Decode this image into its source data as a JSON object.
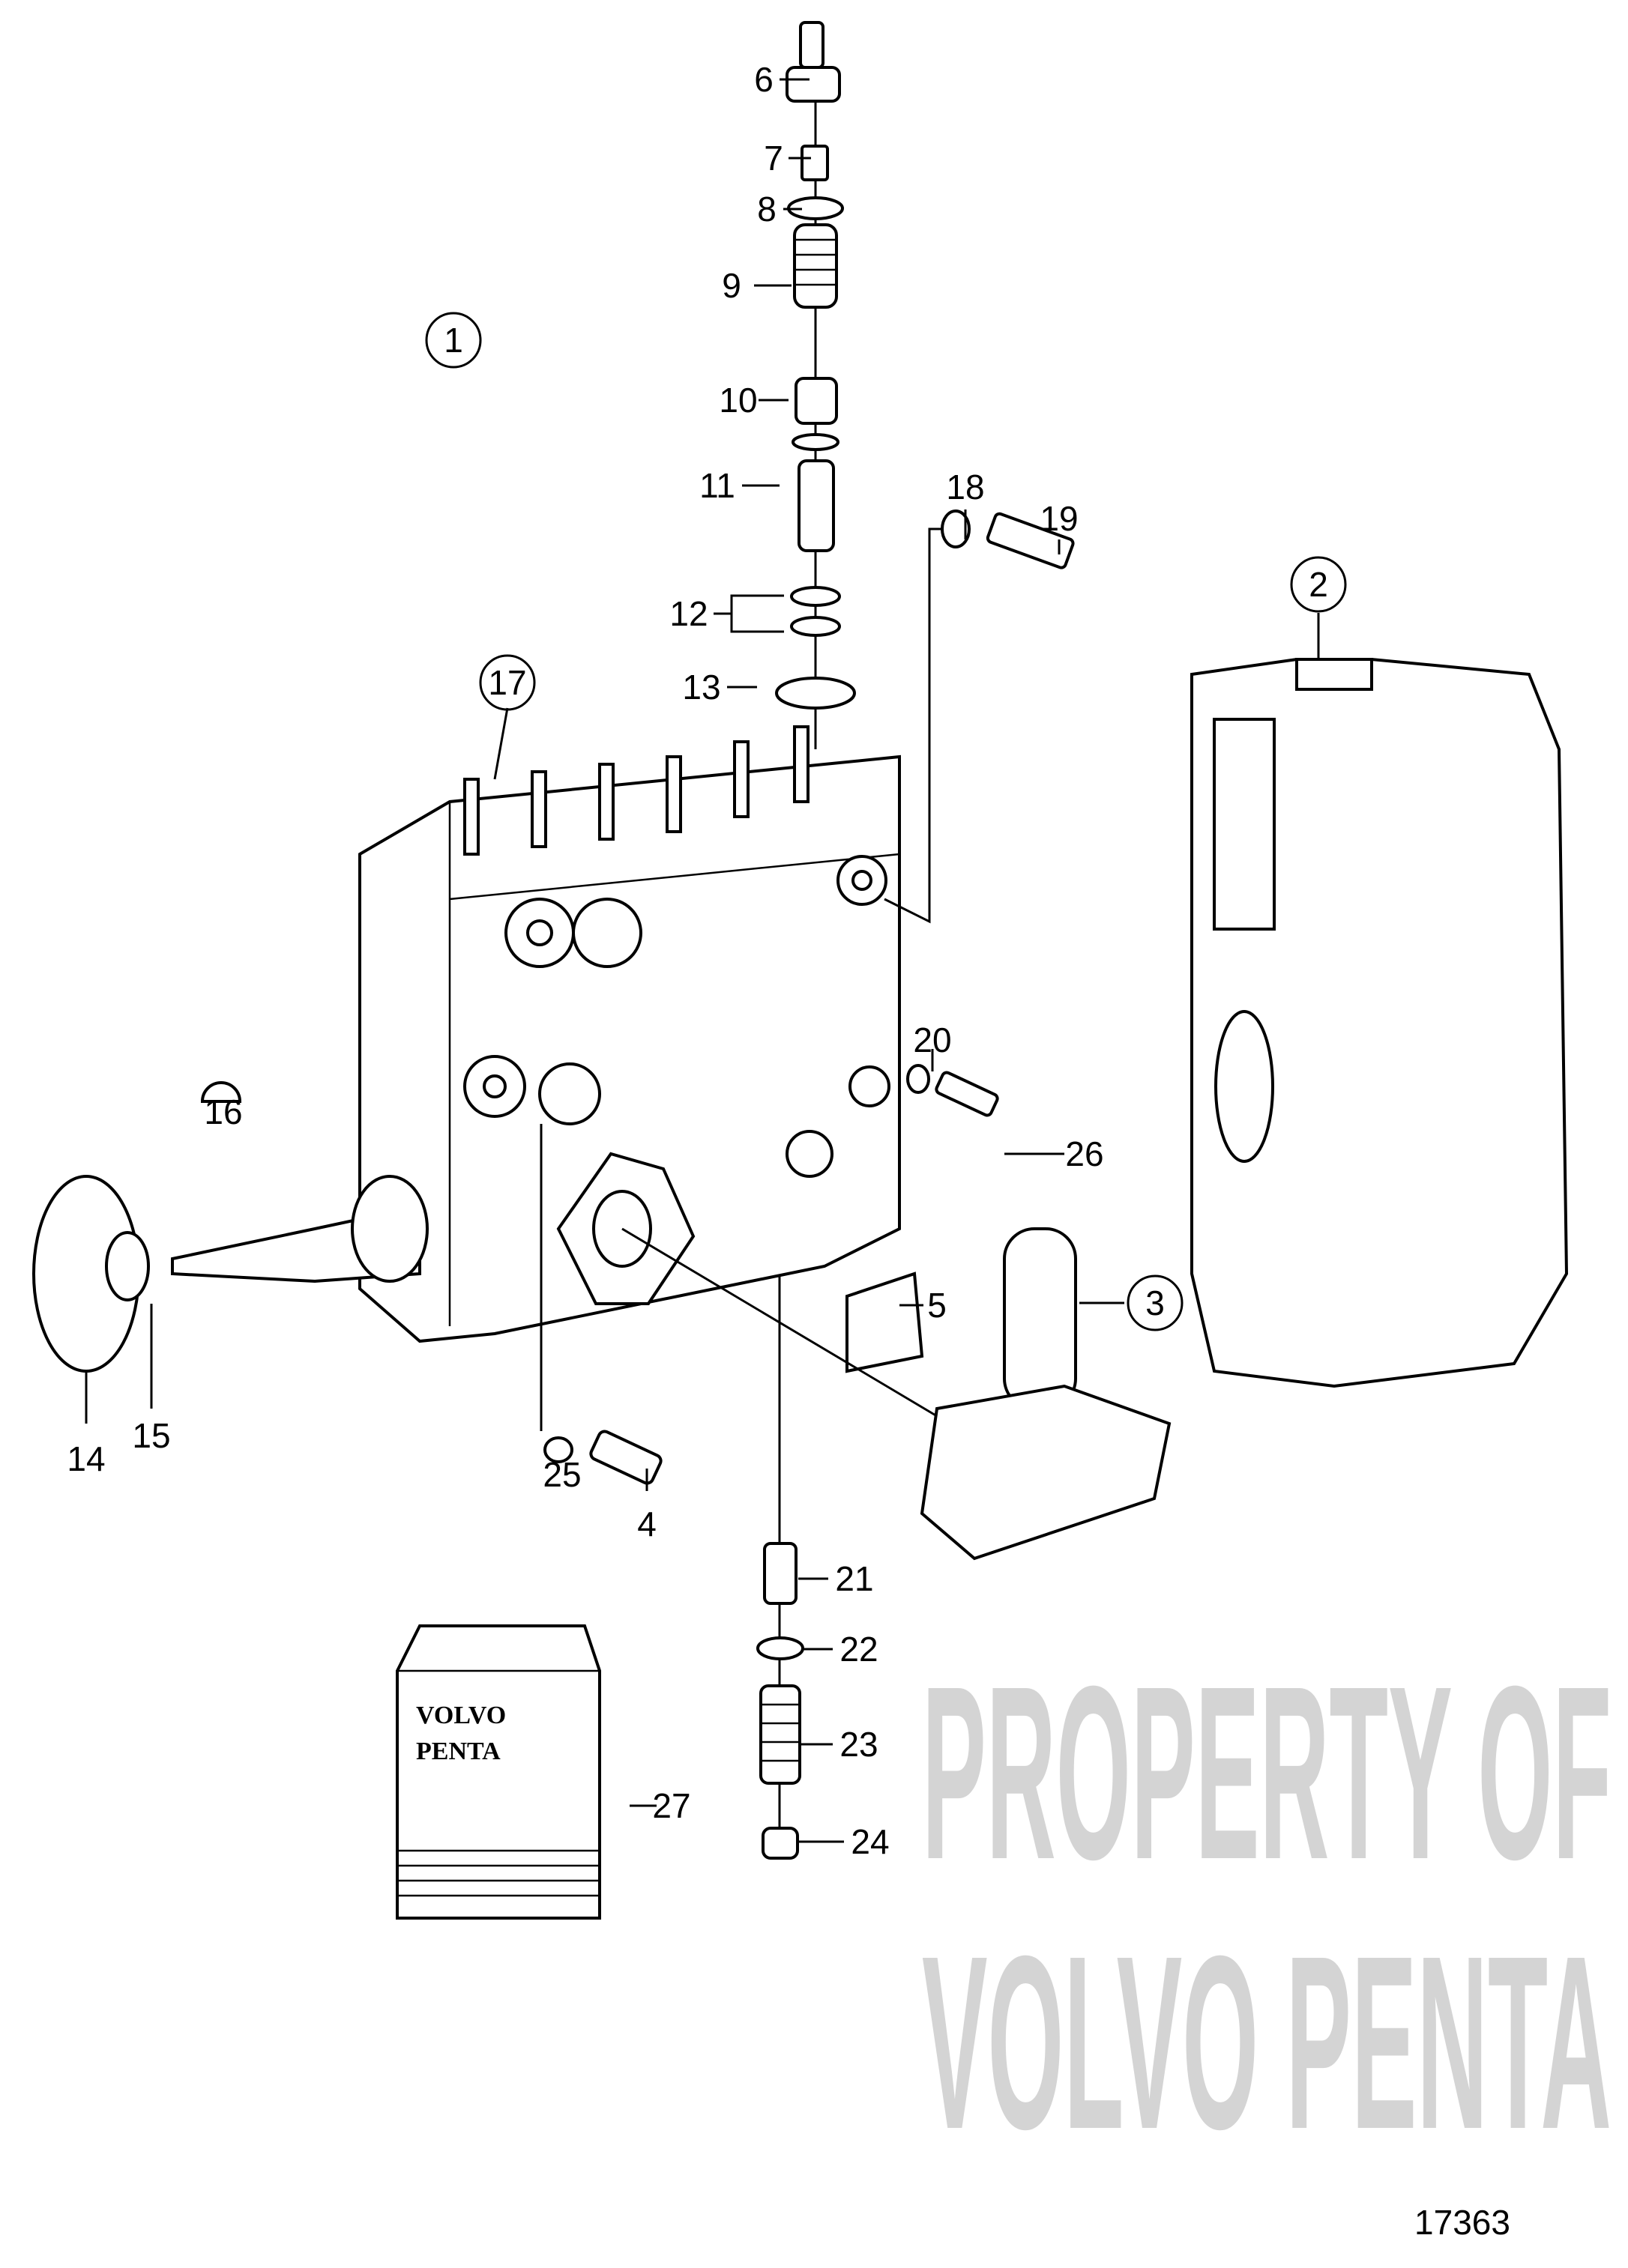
{
  "diagram": {
    "figure_number": "17363",
    "watermark": {
      "line1": "PROPERTY OF",
      "line2": "VOLVO PENTA"
    },
    "manual_logo": {
      "line1": "VOLVO",
      "line2": "PENTA"
    },
    "callouts": [
      {
        "id": "1",
        "circled": true
      },
      {
        "id": "2",
        "circled": true
      },
      {
        "id": "3",
        "circled": true
      },
      {
        "id": "4"
      },
      {
        "id": "5"
      },
      {
        "id": "6"
      },
      {
        "id": "7"
      },
      {
        "id": "8"
      },
      {
        "id": "9"
      },
      {
        "id": "10"
      },
      {
        "id": "11"
      },
      {
        "id": "12"
      },
      {
        "id": "13"
      },
      {
        "id": "14"
      },
      {
        "id": "15"
      },
      {
        "id": "16"
      },
      {
        "id": "17",
        "circled": true
      },
      {
        "id": "18"
      },
      {
        "id": "19"
      },
      {
        "id": "20"
      },
      {
        "id": "21"
      },
      {
        "id": "22"
      },
      {
        "id": "23"
      },
      {
        "id": "24"
      },
      {
        "id": "25"
      },
      {
        "id": "26"
      },
      {
        "id": "27"
      }
    ]
  }
}
